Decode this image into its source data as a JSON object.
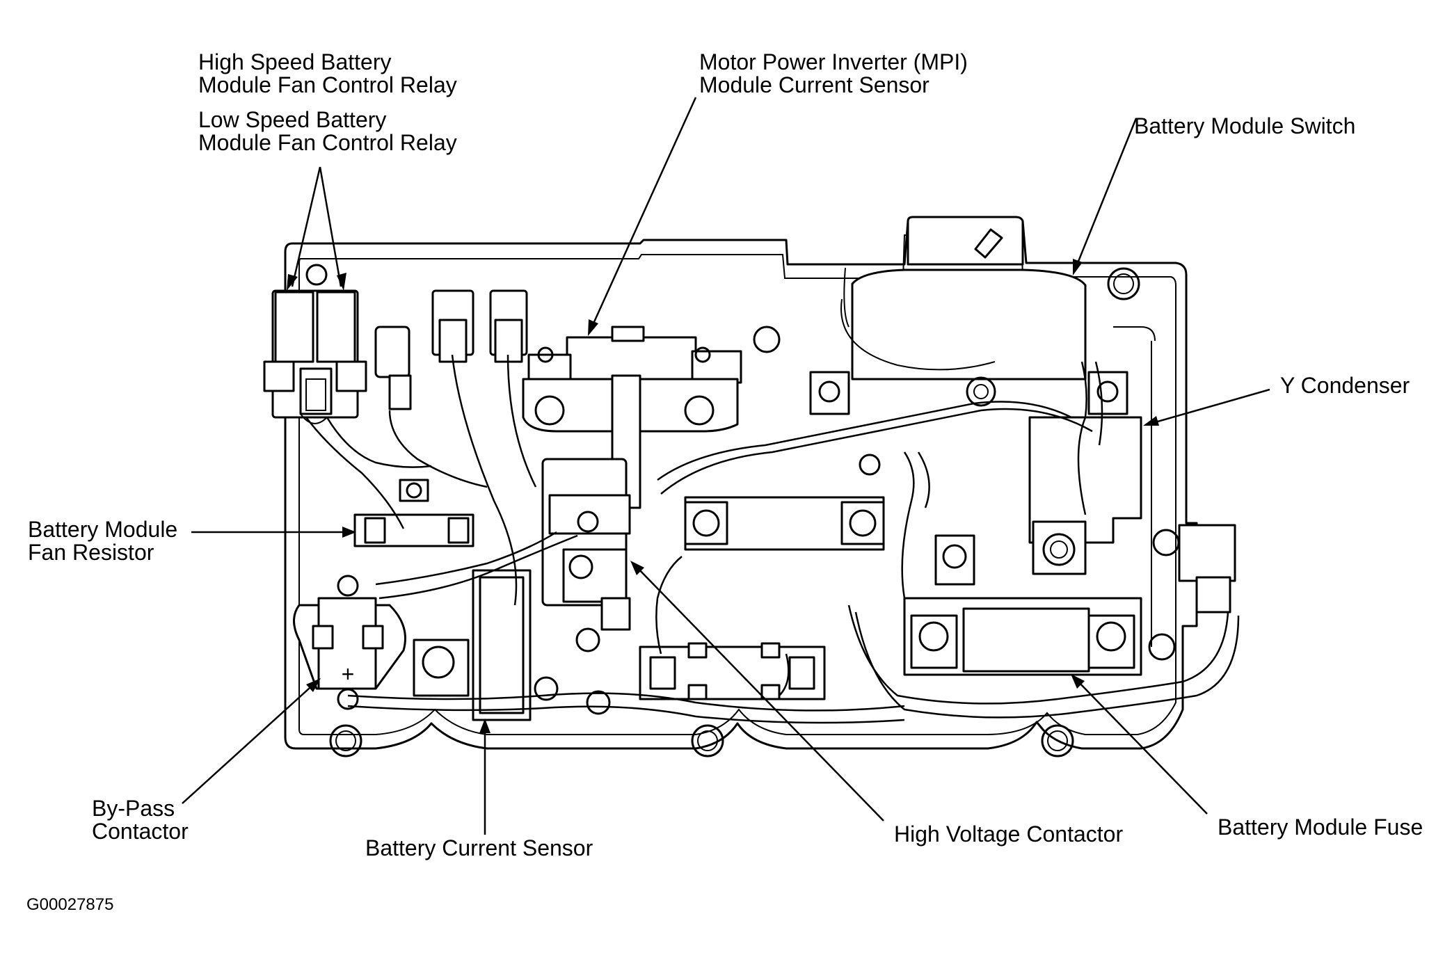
{
  "labels": {
    "high_speed_relay": [
      "High Speed Battery",
      "Module Fan Control Relay"
    ],
    "low_speed_relay": [
      "Low Speed Battery",
      "Module Fan Control Relay"
    ],
    "mpi_sensor": [
      "Motor Power Inverter (MPI)",
      "Module Current Sensor"
    ],
    "module_switch": "Battery Module Switch",
    "y_condenser": "Y Condenser",
    "fan_resistor": [
      "Battery Module",
      "Fan Resistor"
    ],
    "bypass_contactor": [
      "By-Pass",
      "Contactor"
    ],
    "battery_current_sensor": "Battery Current Sensor",
    "high_voltage_contactor": "High Voltage Contactor",
    "module_fuse": "Battery Module Fuse"
  },
  "figure_id": "G00027875"
}
